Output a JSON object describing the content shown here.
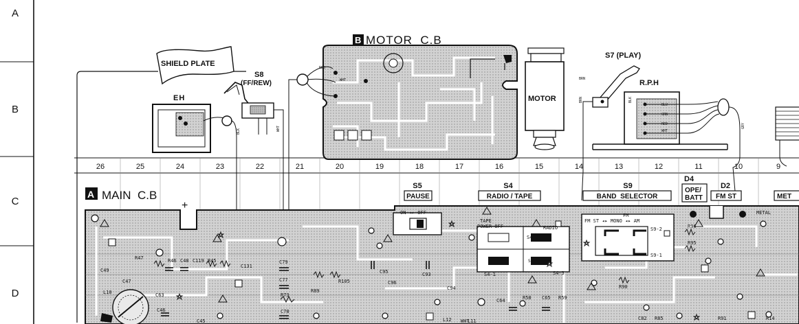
{
  "colors": {
    "ink": "#111111",
    "board": "#cfcfcf",
    "hatch": "#9a9a9a",
    "paper": "#ffffff"
  },
  "row_markers": [
    "A",
    "B",
    "C",
    "D"
  ],
  "column_numbers": [
    "26",
    "25",
    "24",
    "23",
    "22",
    "21",
    "20",
    "19",
    "18",
    "17",
    "16",
    "15",
    "14",
    "13",
    "12",
    "11",
    "10",
    "9"
  ],
  "labels": {
    "shield_plate": "SHIELD PLATE",
    "eh": "EH",
    "s8": "S8",
    "s8_sub": "(FF/REW)",
    "motor_cb_letter": "B",
    "motor_cb": "MOTOR  C.B",
    "motor": "MOTOR",
    "s7": "S7 (PLAY)",
    "rph": "R.P.H",
    "main_cb_letter": "A",
    "main_cb": "MAIN  C.B"
  },
  "wires": {
    "red": "RED",
    "wht": "WHT",
    "blk": "BLK",
    "brn": "BRN",
    "blu": "BLU",
    "grn": "GRN",
    "gry": "GRY"
  },
  "switch_blocks": [
    {
      "id": "S5",
      "name": "PAUSE"
    },
    {
      "id": "S4",
      "name": "RADIO / TAPE"
    },
    {
      "id": "S9",
      "name": "BAND  SELECTOR"
    },
    {
      "id": "D4",
      "name": "OPE/ BATT"
    },
    {
      "id": "D2",
      "name": "FM ST"
    },
    {
      "id": "",
      "name": "MET"
    }
  ],
  "switch_texts": {
    "s5_on_off": "ON ◂▸ OFF",
    "s4_tape": "TAPE",
    "s4_power": "POWER OFF",
    "s4_radio": "RADIO",
    "s4_sections": [
      "S4-1",
      "S4-2",
      "S4-3",
      "S4-4"
    ],
    "s9_modes": "FM ST ◂▸ MONO ◂▸ AM",
    "s9_fm": "FM",
    "s9_sections": [
      "S9-1",
      "S9-2"
    ],
    "metal": "METAL"
  },
  "components": [
    "R47",
    "R46",
    "C48",
    "C119",
    "R45",
    "C131",
    "C49",
    "C47",
    "C63",
    "C46",
    "C45",
    "L10",
    "C79",
    "C77",
    "R73",
    "C78",
    "R89",
    "R105",
    "C95",
    "C96",
    "C93",
    "C94",
    "L12",
    "L11",
    "C64",
    "R58",
    "C65",
    "R59",
    "R96",
    "R95",
    "R90",
    "C82",
    "R85",
    "R91",
    "R14",
    "WHT"
  ]
}
